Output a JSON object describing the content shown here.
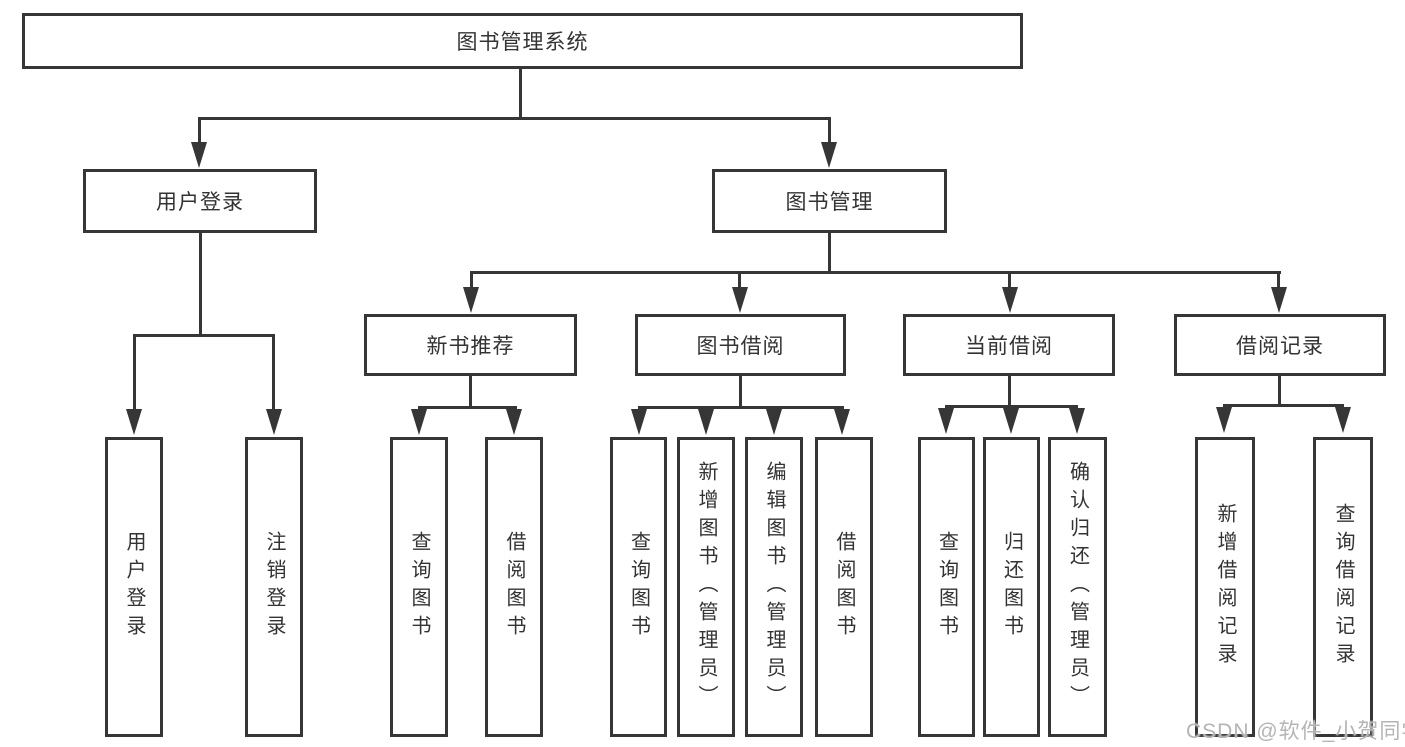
{
  "diagram_title": "图书管理系统",
  "tree": {
    "root": {
      "label": "图书管理系统",
      "children": [
        {
          "label": "用户登录",
          "children": [
            {
              "label": "用户登录"
            },
            {
              "label": "注销登录"
            }
          ]
        },
        {
          "label": "图书管理",
          "children": [
            {
              "label": "新书推荐",
              "children": [
                {
                  "label": "查询图书"
                },
                {
                  "label": "借阅图书"
                }
              ]
            },
            {
              "label": "图书借阅",
              "children": [
                {
                  "label": "查询图书"
                },
                {
                  "label": "新增图书（管理员）"
                },
                {
                  "label": "编辑图书（管理员）"
                },
                {
                  "label": "借阅图书"
                }
              ]
            },
            {
              "label": "当前借阅",
              "children": [
                {
                  "label": "查询图书"
                },
                {
                  "label": "归还图书"
                },
                {
                  "label": "确认归还（管理员）"
                }
              ]
            },
            {
              "label": "借阅记录",
              "children": [
                {
                  "label": "新增借阅记录"
                },
                {
                  "label": "查询借阅记录"
                }
              ]
            }
          ]
        }
      ]
    }
  },
  "watermark": {
    "text": "CSDN @软件_小贺同学"
  },
  "colors": {
    "line": "#363636",
    "text": "#333333",
    "watermark": "#b5b5b5",
    "background": "#ffffff"
  }
}
